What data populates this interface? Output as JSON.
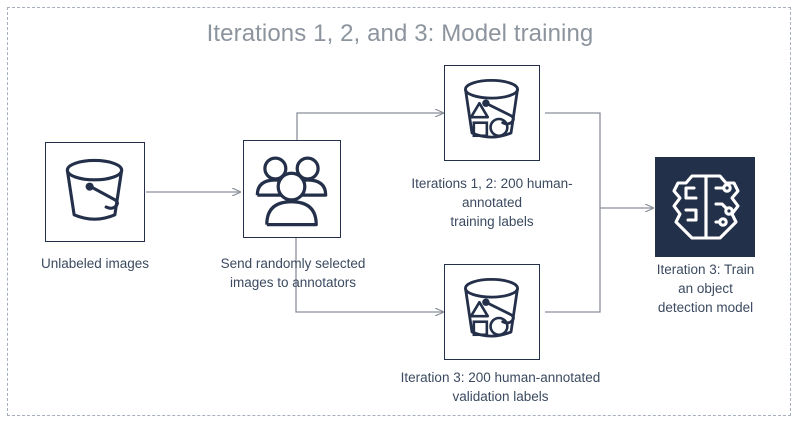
{
  "frame": {
    "border_color": "#a8b0bd",
    "background": "#ffffff"
  },
  "header": {
    "title": "Iterations 1, 2, and 3: Model training",
    "title_color": "#8c949e"
  },
  "theme": {
    "ink": "#24304a",
    "dark_panel": "#23304a",
    "caption_color": "#3b4a60",
    "connector_color": "#8a8f99"
  },
  "nodes": [
    {
      "id": "unlabeled-images",
      "icon": "bucket-icon",
      "caption": "Unlabeled images"
    },
    {
      "id": "annotators",
      "icon": "people-group-icon",
      "caption": "Send randomly selected\nimages to annotators"
    },
    {
      "id": "training-labels",
      "icon": "labeled-bucket-icon",
      "caption": "Iterations 1, 2: 200 human-\nannotated\ntraining  labels"
    },
    {
      "id": "validation-labels",
      "icon": "labeled-bucket-icon",
      "caption": "Iteration 3: 200 human-annotated\nvalidation labels"
    },
    {
      "id": "train-model",
      "icon": "ai-brain-chip-icon",
      "caption": "Iteration 3: Train\nan object\ndetection model"
    }
  ]
}
